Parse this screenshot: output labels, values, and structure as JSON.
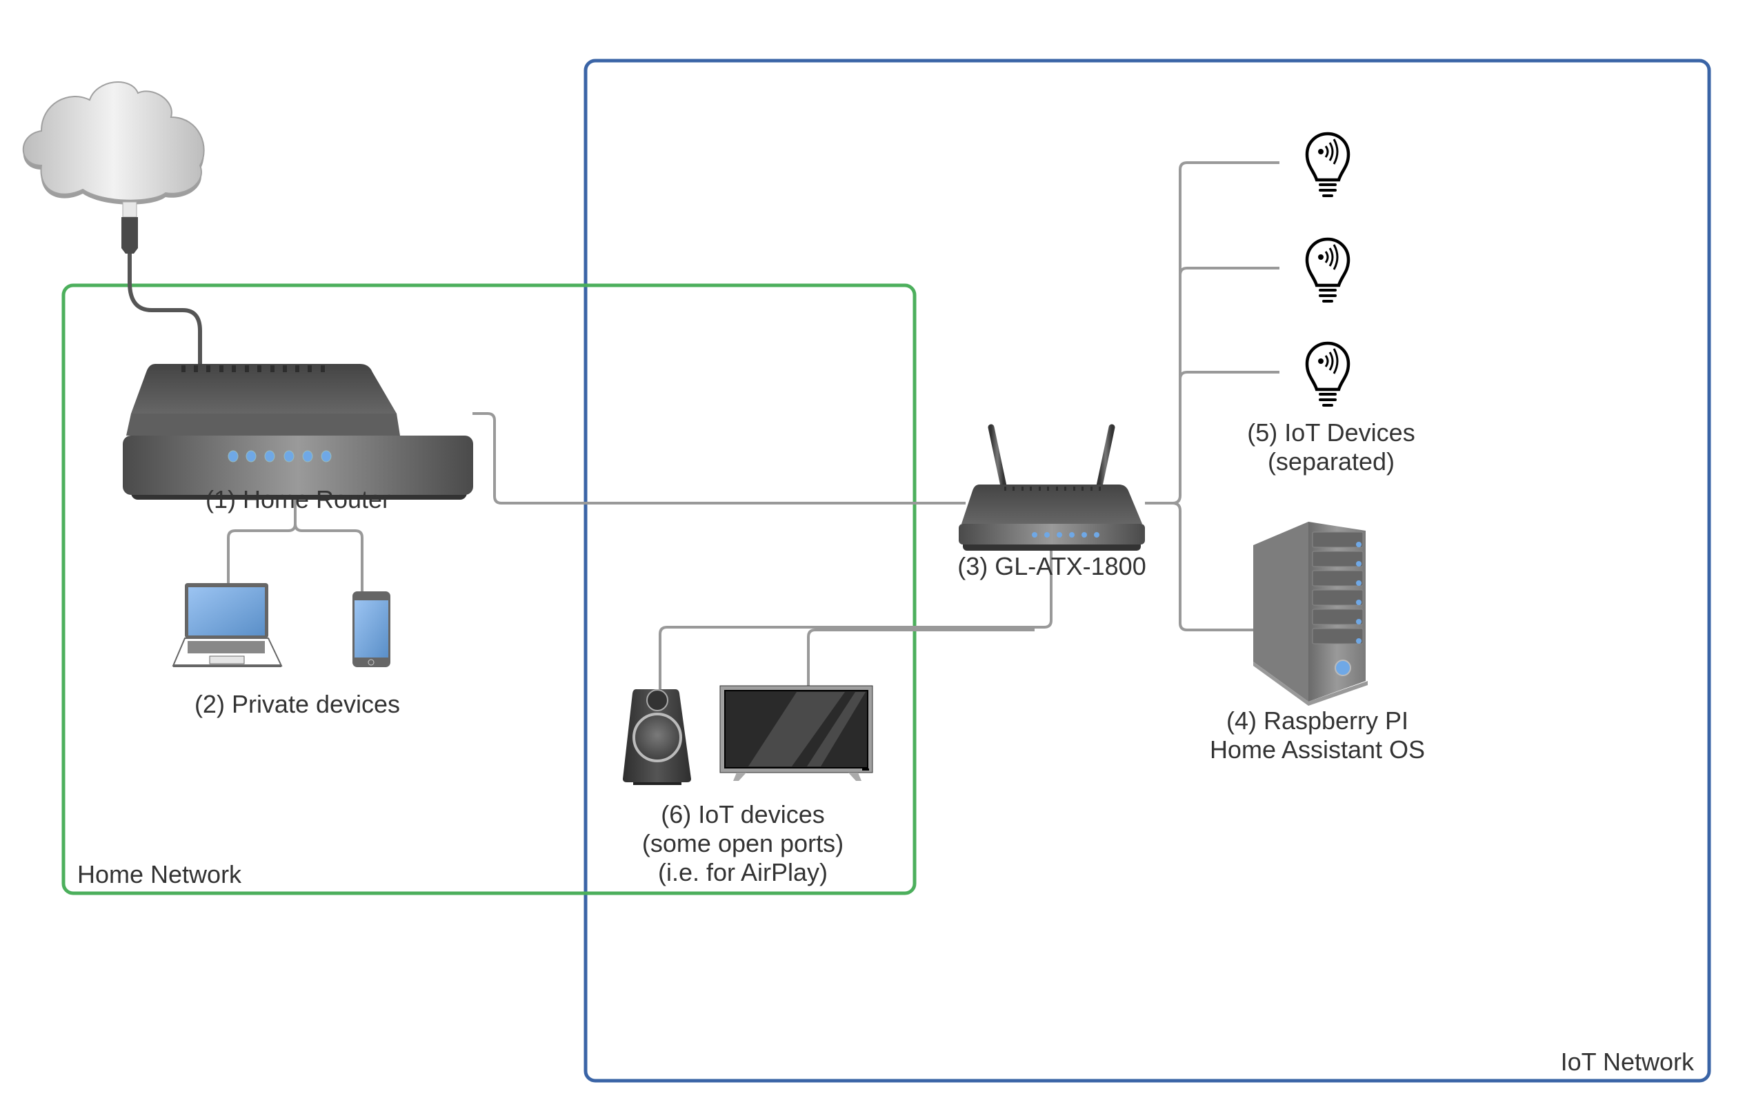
{
  "title": "Home / IoT network topology",
  "colors": {
    "home_network_border": "#4caf5c",
    "iot_network_border": "#3a64a6",
    "connector": "#999999",
    "label_text": "#333333",
    "led": "#6fa8e6"
  },
  "zones": {
    "home_network": {
      "label": "Home Network"
    },
    "iot_network": {
      "label": "IoT Network"
    }
  },
  "nodes": {
    "internet": {
      "icon": "cloud-icon"
    },
    "home_router": {
      "label": "(1) Home Router",
      "icon": "router-icon"
    },
    "private_devices": {
      "label": "(2) Private devices",
      "icons": [
        "laptop-icon",
        "smartphone-icon"
      ]
    },
    "gl_router": {
      "label": "(3) GL-ATX-1800",
      "icon": "wifi-router-icon"
    },
    "raspberry_pi": {
      "label_line1": "(4) Raspberry PI",
      "label_line2": "Home Assistant OS",
      "icon": "server-tower-icon"
    },
    "iot_separated": {
      "label_line1": "(5) IoT Devices",
      "label_line2": "(separated)",
      "icons": [
        "smart-bulb-icon",
        "smart-bulb-icon",
        "smart-bulb-icon"
      ]
    },
    "iot_open": {
      "label_line1": "(6) IoT devices",
      "label_line2": "(some open ports)",
      "label_line3": "(i.e. for AirPlay)",
      "icons": [
        "speaker-icon",
        "tv-icon"
      ]
    }
  },
  "connections": [
    {
      "from": "internet",
      "to": "home_router"
    },
    {
      "from": "home_router",
      "to": "gl_router"
    },
    {
      "from": "home_router",
      "to": "laptop"
    },
    {
      "from": "home_router",
      "to": "smartphone"
    },
    {
      "from": "gl_router",
      "to": "smart_bulb_1"
    },
    {
      "from": "gl_router",
      "to": "smart_bulb_2"
    },
    {
      "from": "gl_router",
      "to": "smart_bulb_3"
    },
    {
      "from": "gl_router",
      "to": "raspberry_pi"
    },
    {
      "from": "gl_router",
      "to": "speaker"
    },
    {
      "from": "gl_router",
      "to": "tv"
    }
  ]
}
